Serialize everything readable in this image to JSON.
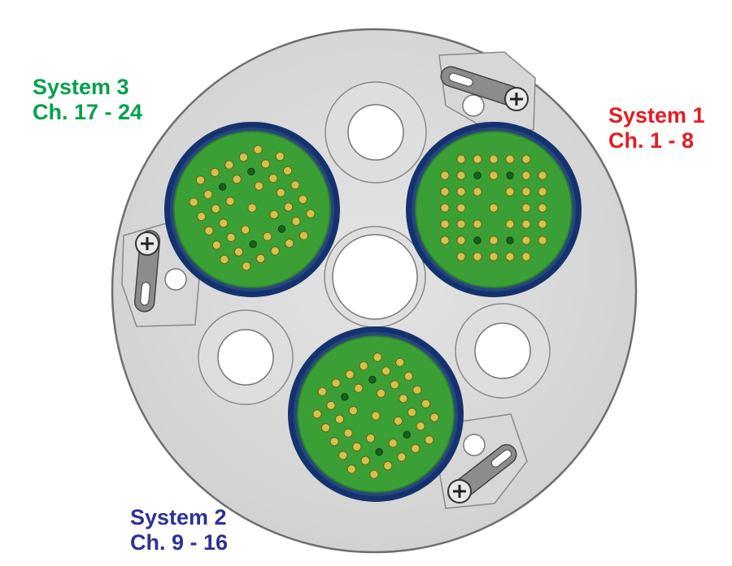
{
  "systems": {
    "s1": {
      "name": "System 1",
      "channels": "Ch. 1 - 8",
      "color": "#e31c23"
    },
    "s2": {
      "name": "System 2",
      "channels": "Ch. 9 - 16",
      "color": "#2e3192"
    },
    "s3": {
      "name": "System 3",
      "channels": "Ch. 17 - 24",
      "color": "#00a14b"
    }
  },
  "colors": {
    "plate": "#dcdcdc",
    "plate_outline": "#7a7a7a",
    "connector_ring": "#14336e",
    "board": "#3aa035",
    "pin_gold": "#d4c24a",
    "pin_dark": "#1b5e1b",
    "hole": "#ffffff"
  },
  "icons": {
    "screw": "screw-icon",
    "latch": "latch-icon"
  }
}
